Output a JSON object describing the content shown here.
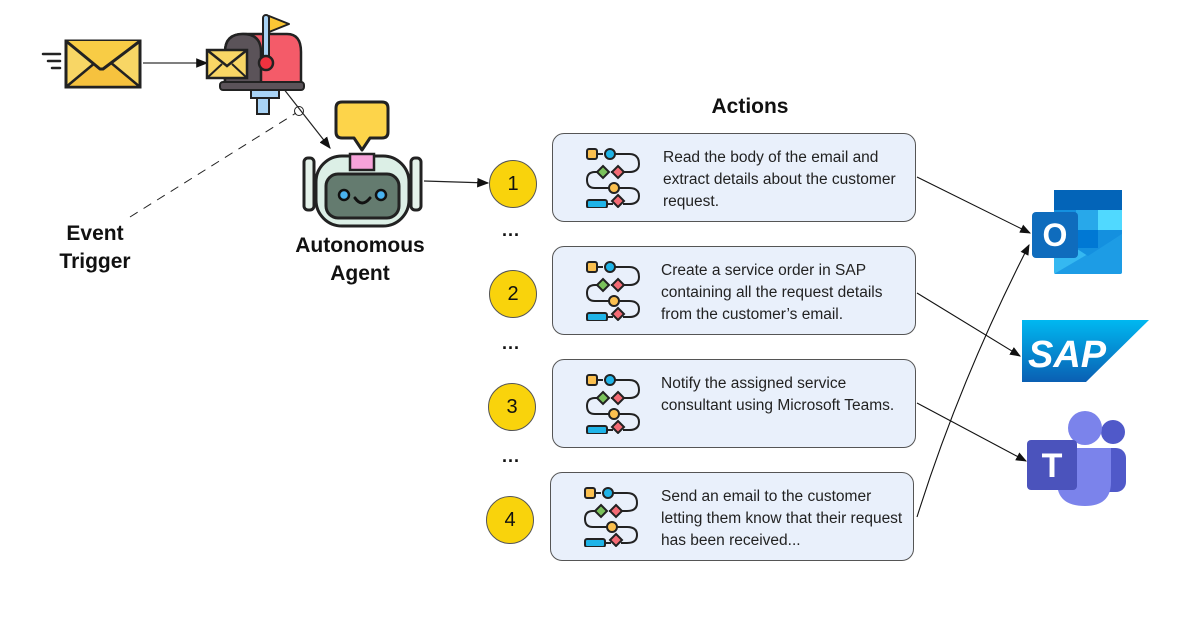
{
  "diagram": {
    "title": "Autonomous agent email-to-service-order workflow",
    "event_trigger": {
      "line1": "Event",
      "line2": "Trigger"
    },
    "agent": {
      "line1": "Autonomous",
      "line2": "Agent"
    },
    "actions_title": "Actions",
    "ellipsis": "...",
    "actions": [
      {
        "number": "1",
        "text": "Read the body of the email and extract details about the customer request.",
        "target": "outlook"
      },
      {
        "number": "2",
        "text": "Create a service order in SAP containing all the request details from the customer’s email.",
        "target": "sap"
      },
      {
        "number": "3",
        "text": "Notify the assigned service consultant using Microsoft Teams.",
        "target": "teams"
      },
      {
        "number": "4",
        "text": "Send an email to the customer letting them know that their request has been received...",
        "target": "outlook"
      }
    ],
    "systems": [
      {
        "id": "outlook",
        "name": "Outlook",
        "glyph": "O",
        "color": "#0f6cbd"
      },
      {
        "id": "sap",
        "name": "SAP",
        "glyph": "SAP",
        "color": "#0a7ed6"
      },
      {
        "id": "teams",
        "name": "Teams",
        "glyph": "T",
        "color": "#5058bd"
      }
    ],
    "colors": {
      "step_circle": "#f9d30c",
      "card_bg": "#e9f0fb",
      "envelope": "#f8cc45",
      "mailbox": "#f45b69",
      "speech_bubble": "#fdd44a"
    }
  }
}
